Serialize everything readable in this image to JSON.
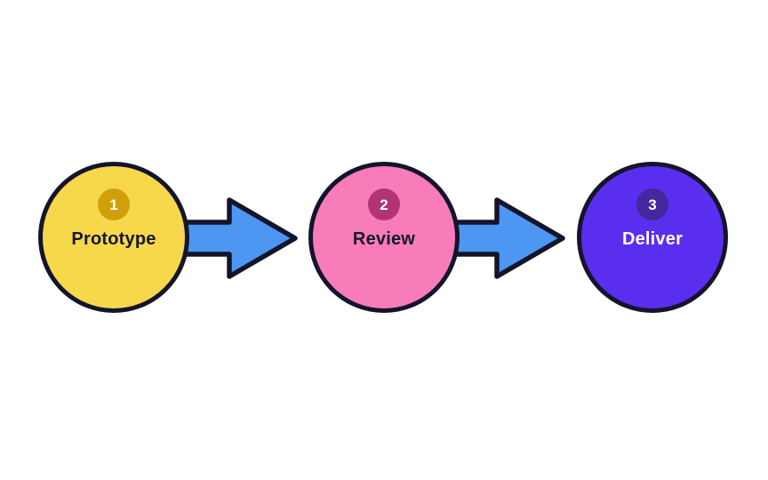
{
  "background": "#ffffff",
  "stroke_color": "#14142b",
  "arrow": {
    "fill": "#4d97f2"
  },
  "steps": [
    {
      "number": "1",
      "label": "Prototype",
      "circle_fill": "#f7d84b",
      "badge_fill": "#d1a009",
      "badge_text_color": "#ffffff",
      "label_color": "#17172b"
    },
    {
      "number": "2",
      "label": "Review",
      "circle_fill": "#f97cba",
      "badge_fill": "#b03477",
      "badge_text_color": "#ffffff",
      "label_color": "#17172b"
    },
    {
      "number": "3",
      "label": "Deliver",
      "circle_fill": "#5a2eef",
      "badge_fill": "#43289e",
      "badge_text_color": "#ffffff",
      "label_color": "#ffffff"
    }
  ]
}
